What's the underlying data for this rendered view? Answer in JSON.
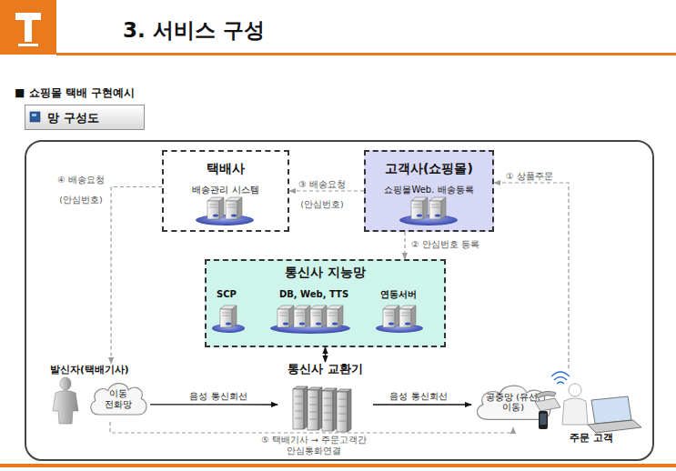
{
  "diagram": {
    "title": "3. 서비스 구성",
    "nodes": [
      {
        "text": [
          "망 구성도"
        ]
      },
      {
        "text": [
          "택배사",
          "배송관리 시스템"
        ]
      },
      {
        "text": [
          "고객사(쇼핑몰)",
          "쇼핑몰Web. 배송등록"
        ]
      },
      {
        "text": [
          "통신사 지능망",
          "SCP",
          "DB, Web, TTS",
          "연동서버"
        ]
      },
      {
        "text": [
          "통신사 교환기"
        ]
      },
      {
        "text": [
          "발신자(택배기사)",
          "이동 전화망"
        ]
      },
      {
        "text": [
          "공중망 (유선,이동)"
        ]
      },
      {
        "text": [
          "주문 고객"
        ]
      }
    ],
    "edges": [
      {
        "from": 7,
        "to": 2,
        "label": "① 상품주문",
        "arrow": "to"
      },
      {
        "from": 2,
        "to": 3,
        "label": "② 안심번호 등록",
        "arrow": "to"
      },
      {
        "from": 2,
        "to": 1,
        "label": "③ 배송요청 (안심번호)",
        "arrow": "to"
      },
      {
        "from": 1,
        "to": 5,
        "label": "④ 배송요청 (안심번호)",
        "arrow": "to"
      },
      {
        "from": 3,
        "to": 4,
        "arrow": "both"
      },
      {
        "from": 5,
        "to": 4,
        "label": "음성 통신회선",
        "arrow": "to"
      },
      {
        "from": 4,
        "to": 6,
        "label": "음성 통신회선",
        "arrow": "to"
      },
      {
        "from": 5,
        "to": 6,
        "label": "⑤ 택배기사 → 주문고객간 안심통화연결",
        "arrow": "to"
      }
    ],
    "labels": [
      "■ 쇼핑몰 택배 구현예시"
    ]
  }
}
